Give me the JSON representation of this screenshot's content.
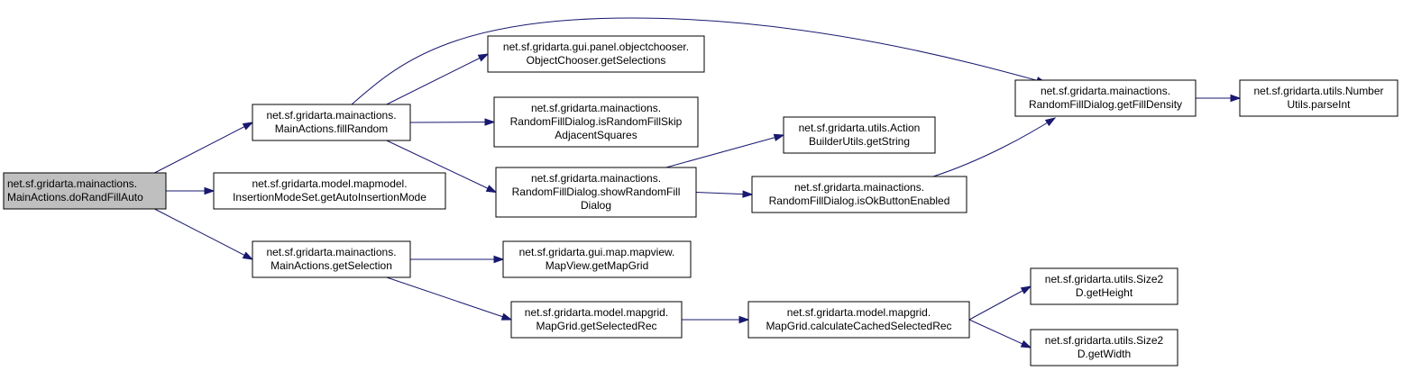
{
  "graph": {
    "nodes": [
      {
        "id": "doRandFillAuto",
        "line1": "net.sf.gridarta.mainactions.",
        "line2": "MainActions.doRandFillAuto",
        "root": true
      },
      {
        "id": "fillRandom",
        "line1": "net.sf.gridarta.mainactions.",
        "line2": "MainActions.fillRandom"
      },
      {
        "id": "getAutoInsertionMode",
        "line1": "net.sf.gridarta.model.mapmodel.",
        "line2": "InsertionModeSet.getAutoInsertionMode"
      },
      {
        "id": "getSelection",
        "line1": "net.sf.gridarta.mainactions.",
        "line2": "MainActions.getSelection"
      },
      {
        "id": "getSelections",
        "line1": "net.sf.gridarta.gui.panel.objectchooser.",
        "line2": "ObjectChooser.getSelections"
      },
      {
        "id": "isRandomFillSkip",
        "line1": "net.sf.gridarta.mainactions.",
        "line2": "RandomFillDialog.isRandomFillSkip",
        "line3": "AdjacentSquares"
      },
      {
        "id": "showRandomFill",
        "line1": "net.sf.gridarta.mainactions.",
        "line2": "RandomFillDialog.showRandomFill",
        "line3": "Dialog"
      },
      {
        "id": "getMapGrid",
        "line1": "net.sf.gridarta.gui.map.mapview.",
        "line2": "MapView.getMapGrid"
      },
      {
        "id": "getSelectedRec",
        "line1": "net.sf.gridarta.model.mapgrid.",
        "line2": "MapGrid.getSelectedRec"
      },
      {
        "id": "getString",
        "line1": "net.sf.gridarta.utils.Action",
        "line2": "BuilderUtils.getString"
      },
      {
        "id": "isOkButtonEnabled",
        "line1": "net.sf.gridarta.mainactions.",
        "line2": "RandomFillDialog.isOkButtonEnabled"
      },
      {
        "id": "calculateCachedSelectedRec",
        "line1": "net.sf.gridarta.model.mapgrid.",
        "line2": "MapGrid.calculateCachedSelectedRec"
      },
      {
        "id": "getFillDensity",
        "line1": "net.sf.gridarta.mainactions.",
        "line2": "RandomFillDialog.getFillDensity"
      },
      {
        "id": "parseInt",
        "line1": "net.sf.gridarta.utils.Number",
        "line2": "Utils.parseInt"
      },
      {
        "id": "getHeight",
        "line1": "net.sf.gridarta.utils.Size2",
        "line2": "D.getHeight"
      },
      {
        "id": "getWidth",
        "line1": "net.sf.gridarta.utils.Size2",
        "line2": "D.getWidth"
      }
    ],
    "edges": [
      {
        "from": "doRandFillAuto",
        "to": "fillRandom"
      },
      {
        "from": "doRandFillAuto",
        "to": "getAutoInsertionMode"
      },
      {
        "from": "doRandFillAuto",
        "to": "getSelection"
      },
      {
        "from": "fillRandom",
        "to": "getFillDensity"
      },
      {
        "from": "fillRandom",
        "to": "getSelections"
      },
      {
        "from": "fillRandom",
        "to": "isRandomFillSkip"
      },
      {
        "from": "fillRandom",
        "to": "showRandomFill"
      },
      {
        "from": "showRandomFill",
        "to": "getString"
      },
      {
        "from": "showRandomFill",
        "to": "isOkButtonEnabled"
      },
      {
        "from": "isOkButtonEnabled",
        "to": "getFillDensity"
      },
      {
        "from": "getFillDensity",
        "to": "parseInt"
      },
      {
        "from": "getSelection",
        "to": "getMapGrid"
      },
      {
        "from": "getSelection",
        "to": "getSelectedRec"
      },
      {
        "from": "getSelectedRec",
        "to": "calculateCachedSelectedRec"
      },
      {
        "from": "calculateCachedSelectedRec",
        "to": "getHeight"
      },
      {
        "from": "calculateCachedSelectedRec",
        "to": "getWidth"
      }
    ]
  }
}
